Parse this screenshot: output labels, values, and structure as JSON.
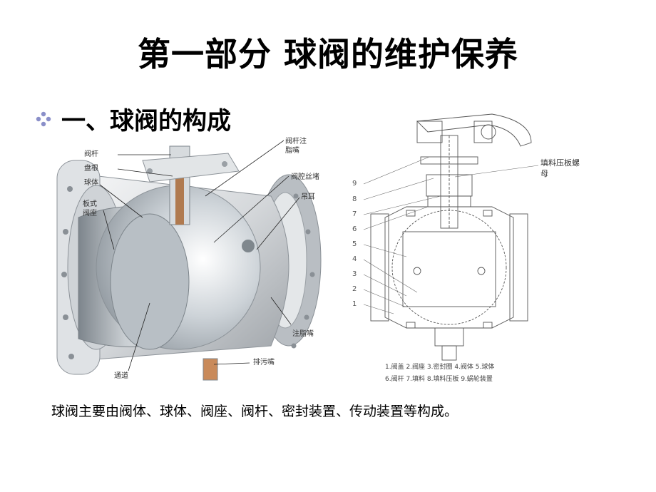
{
  "title": "第一部分 球阀的维护保养",
  "section": {
    "bullet_icon": "diamond-dots-icon",
    "heading": "一、球阀的构成"
  },
  "cutaway": {
    "labels": {
      "stem": "阀杆",
      "packing": "盘根",
      "ball": "球体",
      "seat_line1": "板式",
      "seat_line2": "阀座",
      "stem_grease_line1": "阀杆注",
      "stem_grease_line2": "脂嘴",
      "cavity_plug": "阀腔丝堵",
      "lifting_lug": "吊耳",
      "grease_nozzle": "注脂嘴",
      "drain": "排污嘴",
      "passage": "通道"
    }
  },
  "drawing": {
    "gland_nut_line1": "填料压板螺",
    "gland_nut_line2": "母",
    "part_numbers": [
      "9",
      "8",
      "7",
      "6",
      "5",
      "4",
      "3",
      "2",
      "1"
    ],
    "legend_line1": "1.阀盖 2.阀座 3.密封圈 4.阀体 5.球体",
    "legend_line2": "6.阀杆 7.填料 8.填料压板 9.蜗轮装置"
  },
  "caption": "球阀主要由阀体、球体、阀座、阀杆、密封装置、传动装置等构成。"
}
